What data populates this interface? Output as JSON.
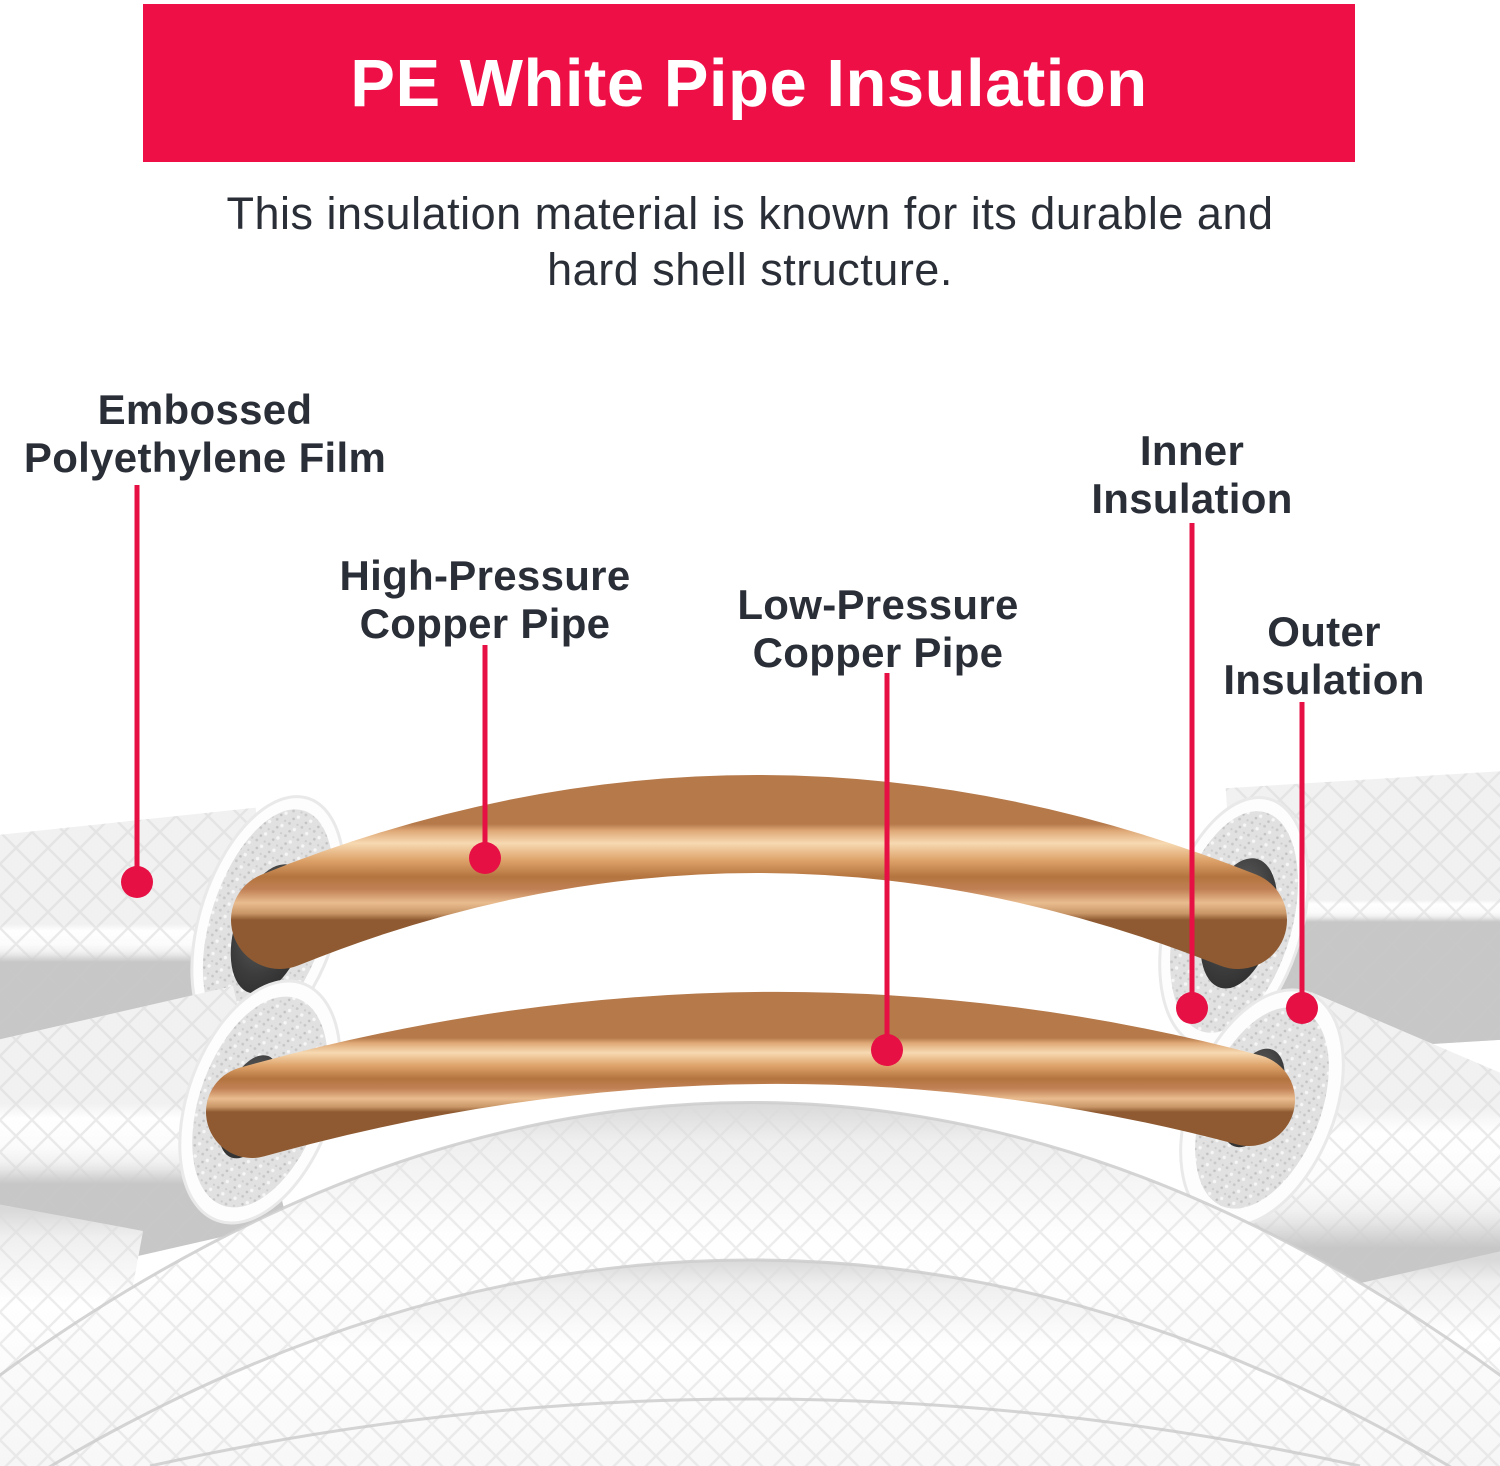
{
  "banner": {
    "title": "PE White Pipe Insulation"
  },
  "subtitle": {
    "lines": [
      "This insulation material is known for its durable and",
      "hard shell structure."
    ]
  },
  "labels": [
    {
      "id": "embossed-polyethylene-film",
      "lines": [
        "Embossed",
        "Polyethylene Film"
      ]
    },
    {
      "id": "high-pressure-copper-pipe",
      "lines": [
        "High-Pressure",
        "Copper Pipe"
      ]
    },
    {
      "id": "low-pressure-copper-pipe",
      "lines": [
        "Low-Pressure",
        "Copper Pipe"
      ]
    },
    {
      "id": "inner-insulation",
      "lines": [
        "Inner",
        "Insulation"
      ]
    },
    {
      "id": "outer-insulation",
      "lines": [
        "Outer",
        "Insulation"
      ]
    }
  ],
  "colors": {
    "banner_red": "#EF0F47",
    "leader_red": "#E61044",
    "text_dark": "#2A2E37",
    "copper": "#C9854F",
    "foam_gray": "#E0E0E0",
    "insulation_white": "#FFFFFF"
  }
}
